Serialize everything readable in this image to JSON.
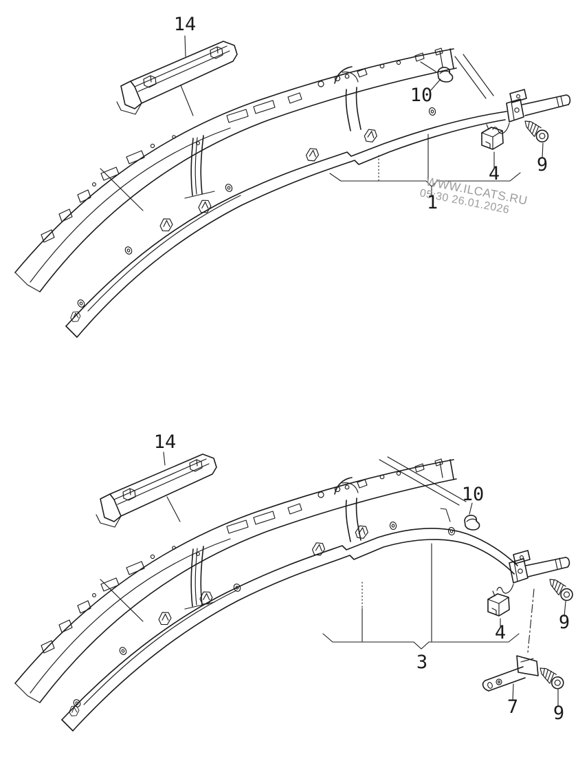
{
  "colors": {
    "ink": "#1a1a1a",
    "paper": "#ffffff",
    "watermark": "#9c9c9c"
  },
  "watermark": {
    "line1": "WWW.ILCATS.RU",
    "line2": "05:30 26.01.2026"
  },
  "diagrams": [
    {
      "callouts": [
        {
          "label": "14"
        },
        {
          "label": "10"
        },
        {
          "label": "4"
        },
        {
          "label": "9"
        },
        {
          "label": "1"
        }
      ]
    },
    {
      "callouts": [
        {
          "label": "14"
        },
        {
          "label": "10"
        },
        {
          "label": "4"
        },
        {
          "label": "9"
        },
        {
          "label": "3"
        },
        {
          "label": "7"
        },
        {
          "label": "9"
        }
      ]
    }
  ]
}
